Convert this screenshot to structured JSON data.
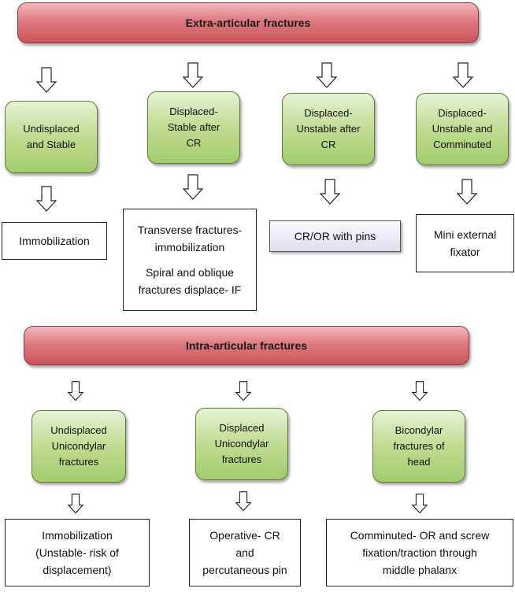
{
  "extra": {
    "title": "Extra-articular fractures",
    "columns": [
      {
        "category": [
          "Undisplaced",
          "and Stable"
        ],
        "treatment": [
          "Immobilization"
        ]
      },
      {
        "category": [
          "Displaced-",
          "Stable after",
          "CR"
        ],
        "treatment": [
          "Transverse fractures-",
          "immobilization"
        ],
        "treatment_2": [
          "Spiral and oblique",
          "fractures displace- IF"
        ]
      },
      {
        "category": [
          "Displaced-",
          "Unstable after",
          "CR"
        ],
        "treatment": [
          "CR/OR with pins"
        ]
      },
      {
        "category": [
          "Displaced-",
          "Unstable and",
          "Comminuted"
        ],
        "treatment": [
          "Mini external",
          "fixator"
        ]
      }
    ]
  },
  "intra": {
    "title": "Intra-articular fractures",
    "columns": [
      {
        "category": [
          "Undisplaced",
          "Unicondylar",
          "fractures"
        ],
        "treatment": [
          "Immobilization",
          "(Unstable- risk of",
          "displacement)"
        ]
      },
      {
        "category": [
          "Displaced",
          "Unicondylar",
          "fractures"
        ],
        "treatment": [
          "Operative- CR",
          "and",
          "percutaneous pin"
        ]
      },
      {
        "category": [
          "Bicondylar",
          "fractures of",
          "head"
        ],
        "treatment": [
          "Comminuted- OR and screw",
          "fixation/traction through",
          "middle phalanx"
        ]
      }
    ]
  },
  "colors": {
    "banner": "#d9686e",
    "category_box": "#b2d483",
    "pin_box": "#e6e1f4",
    "outline": "#222222"
  },
  "icons": {
    "flow": "down-arrow-icon"
  }
}
